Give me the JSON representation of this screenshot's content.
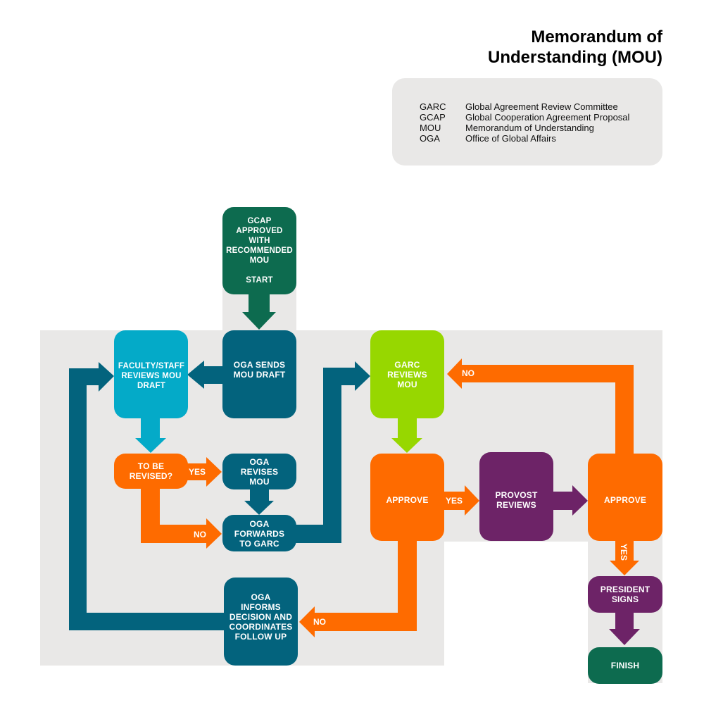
{
  "title": {
    "line1": "Memorandum of",
    "line2": "Understanding (MOU)"
  },
  "legend": [
    {
      "abbr": "GARC",
      "meaning": "Global Agreement Review Committee"
    },
    {
      "abbr": "GCAP",
      "meaning": "Global Cooperation Agreement Proposal"
    },
    {
      "abbr": "MOU",
      "meaning": "Memorandum of Understanding"
    },
    {
      "abbr": "OGA",
      "meaning": "Office of Global Affairs"
    }
  ],
  "colors": {
    "background_panel": "#e9e8e7",
    "dark_green": "#0d6b4f",
    "teal_dark": "#03637d",
    "cyan": "#04aac8",
    "lime": "#97d700",
    "orange": "#fe6b00",
    "purple": "#6d2367"
  },
  "nodes": {
    "start": "GCAP\nAPPROVED\nWITH\nRECOMMENDED\nMOU\n\nSTART",
    "oga_sends": "OGA SENDS\nMOU DRAFT",
    "faculty_reviews": "FACULTY/STAFF\nREVIEWS MOU\nDRAFT",
    "to_be_revised": "TO BE\nREVISED?",
    "oga_revises": "OGA\nREVISES\nMOU",
    "oga_forwards": "OGA\nFORWARDS\nTO GARC",
    "garc_reviews": "GARC\nREVIEWS\nMOU",
    "approve_1": "APPROVE",
    "provost_reviews": "PROVOST\nREVIEWS",
    "approve_2": "APPROVE",
    "president_signs": "PRESIDENT\nSIGNS",
    "finish": "FINISH",
    "oga_informs": "OGA\nINFORMS\nDECISION AND\nCOORDINATES\nFOLLOW UP"
  },
  "edge_labels": {
    "revise_yes": "YES",
    "revise_no": "NO",
    "approve1_yes": "YES",
    "approve1_no": "NO",
    "approve2_no": "NO",
    "approve2_yes": "YES"
  }
}
